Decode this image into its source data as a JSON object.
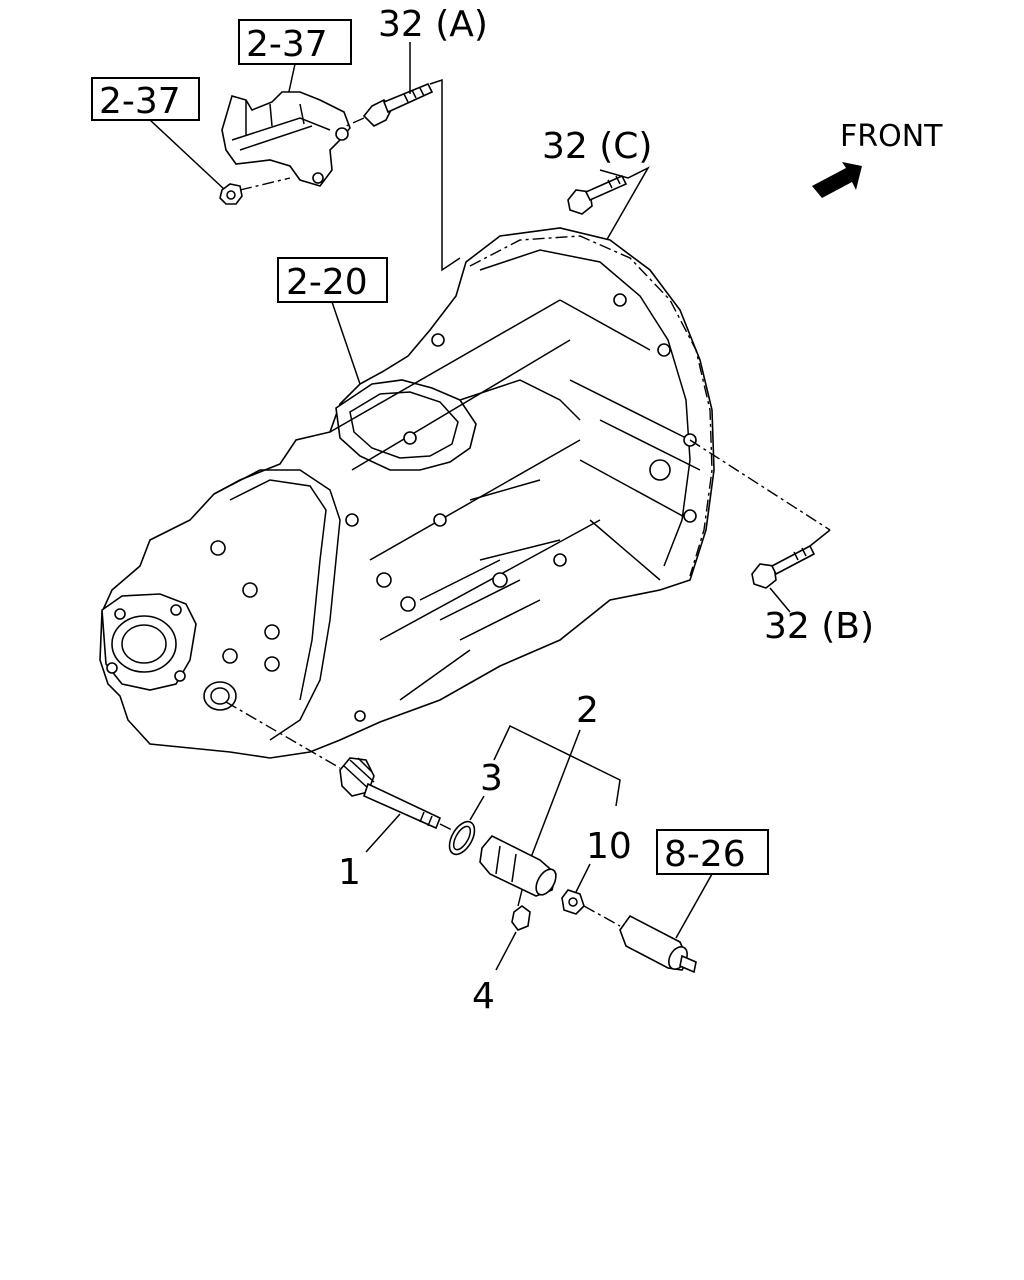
{
  "direction_label": "FRONT",
  "ref_boxes": {
    "bracket_upper": "2-37",
    "bracket_lower": "2-37",
    "housing": "2-20",
    "sensor": "8-26"
  },
  "callouts": {
    "bolt_a": "32 (A)",
    "bolt_b": "32 (B)",
    "bolt_c": "32 (C)",
    "item_1": "1",
    "item_2": "2",
    "item_3": "3",
    "item_4": "4",
    "item_10": "10"
  },
  "icons": {
    "front_arrow": "front-arrow-icon"
  }
}
